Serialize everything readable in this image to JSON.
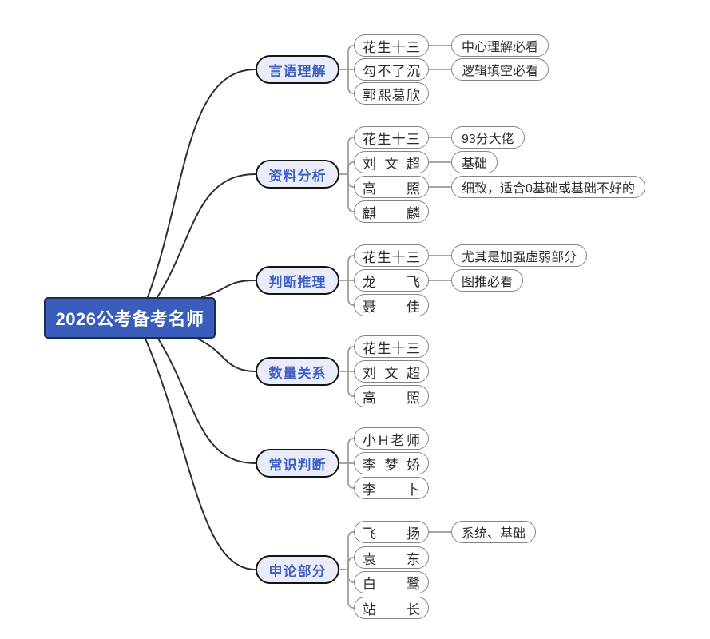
{
  "title": "2026公考备考名师思维导图",
  "colors": {
    "root_fill": "#3A5CBA",
    "root_border": "#1B2B55",
    "root_text": "#FFFFFF",
    "branch_fill": "#EAEDF9",
    "branch_border": "#141414",
    "branch_text": "#4061C4",
    "child_fill": "#FFFFFF",
    "child_border": "#858585",
    "child_text": "#2B2B2B",
    "edge_dark": "#2F2F2F",
    "edge_gray": "#9A9A9A"
  },
  "root": {
    "label": "2026公考备考名师"
  },
  "branches": [
    {
      "label": "言语理解",
      "children": [
        {
          "label": "花生十三",
          "note": "中心理解必看"
        },
        {
          "label": "勾不了沉",
          "note": "逻辑填空必看"
        },
        {
          "label": "郭熙葛欣"
        }
      ]
    },
    {
      "label": "资料分析",
      "children": [
        {
          "label": "花生十三",
          "note": "93分大佬"
        },
        {
          "label": "刘文超",
          "note": "基础"
        },
        {
          "label": "高照",
          "note": "细致，适合0基础或基础不好的"
        },
        {
          "label": "麒麟"
        }
      ]
    },
    {
      "label": "判断推理",
      "children": [
        {
          "label": "花生十三",
          "note": "尤其是加强虚弱部分"
        },
        {
          "label": "龙飞",
          "note": "图推必看"
        },
        {
          "label": "聂佳"
        }
      ]
    },
    {
      "label": "数量关系",
      "children": [
        {
          "label": "花生十三"
        },
        {
          "label": "刘文超"
        },
        {
          "label": "高照"
        }
      ]
    },
    {
      "label": "常识判断",
      "children": [
        {
          "label": "小H老师"
        },
        {
          "label": "李梦娇"
        },
        {
          "label": "李卜"
        }
      ]
    },
    {
      "label": "申论部分",
      "children": [
        {
          "label": "飞扬",
          "note": "系统、基础"
        },
        {
          "label": "袁东"
        },
        {
          "label": "白鹭"
        },
        {
          "label": "站长"
        }
      ]
    }
  ]
}
